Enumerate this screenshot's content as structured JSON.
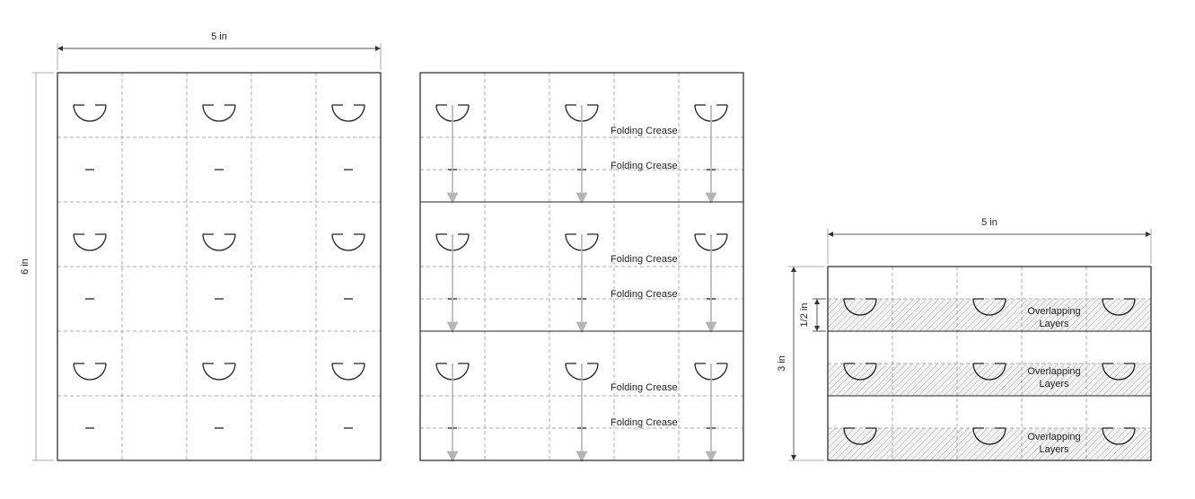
{
  "panel_flat": {
    "width_label": "5 in",
    "height_label": "6 in"
  },
  "panel_folding": {
    "crease_labels": [
      "Folding Crease",
      "Folding Crease",
      "Folding Crease",
      "Folding Crease",
      "Folding Crease",
      "Folding Crease"
    ]
  },
  "panel_folded": {
    "width_label": "5 in",
    "height_label": "3 in",
    "band_label": "1/2 in",
    "overlap_labels": [
      {
        "line1": "Overlapping",
        "line2": "Layers"
      },
      {
        "line1": "Overlapping",
        "line2": "Layers"
      },
      {
        "line1": "Overlapping",
        "line2": "Layers"
      }
    ]
  },
  "colors": {
    "line": "#222222",
    "dash": "#aaaaaa",
    "arrow": "#b5b5b5",
    "hatch": "#999999"
  }
}
